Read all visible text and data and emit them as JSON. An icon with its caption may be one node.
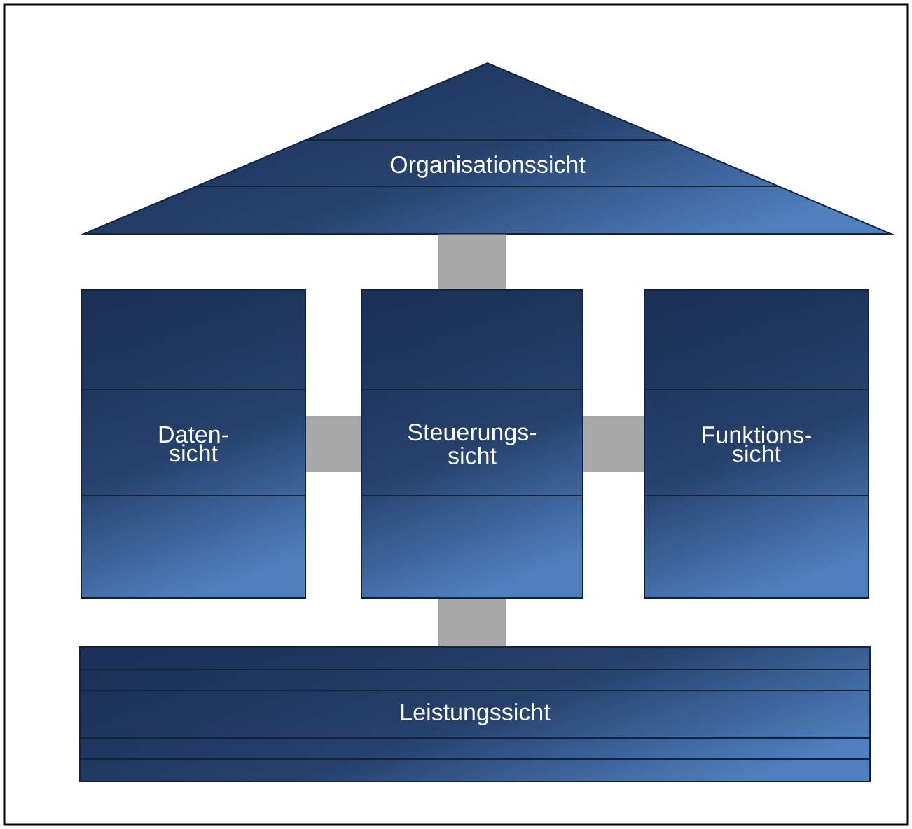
{
  "diagram": {
    "nodes": [
      {
        "text": [
          "Organisationssicht"
        ]
      },
      {
        "text": [
          "Daten- sicht"
        ]
      },
      {
        "text": [
          "Steuerungs- sicht"
        ]
      },
      {
        "text": [
          "Funktions- sicht"
        ]
      },
      {
        "text": [
          "Leistungssicht"
        ]
      }
    ],
    "edges": [
      {
        "from": 2,
        "to": 0,
        "arrow": "none"
      },
      {
        "from": 1,
        "to": 2,
        "arrow": "none"
      },
      {
        "from": 2,
        "to": 3,
        "arrow": "none"
      },
      {
        "from": 2,
        "to": 4,
        "arrow": "none"
      }
    ]
  }
}
